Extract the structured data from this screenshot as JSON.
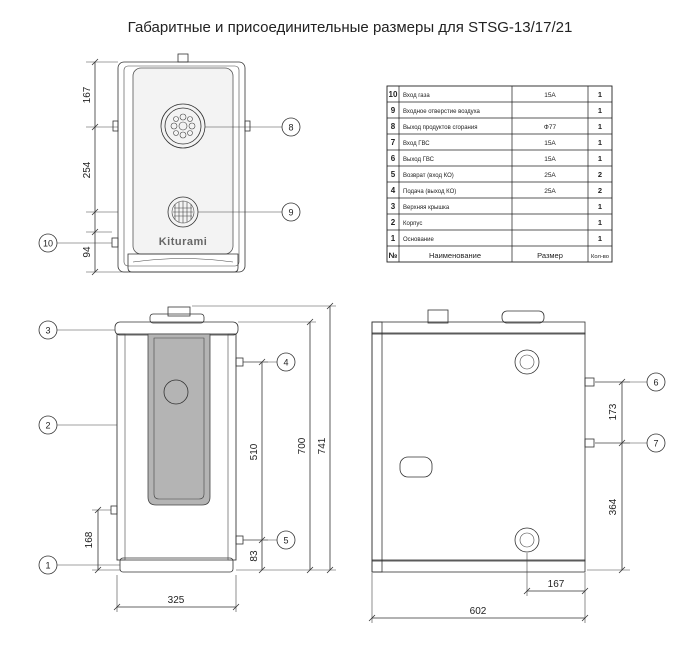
{
  "title": "Габаритные и присоединительные размеры для STSG-13/17/21",
  "brand": "Kiturami",
  "table": {
    "header": {
      "num": "№",
      "name": "Наименование",
      "size": "Размер",
      "qty": "Кол-во"
    },
    "rows": [
      {
        "num": "10",
        "name": "Вход газа",
        "size": "15A",
        "qty": "1"
      },
      {
        "num": "9",
        "name": "Входное отверстие воздуха",
        "size": "",
        "qty": "1"
      },
      {
        "num": "8",
        "name": "Выход продуктов сгорания",
        "size": "Ф77",
        "qty": "1"
      },
      {
        "num": "7",
        "name": "Вход ГВС",
        "size": "15A",
        "qty": "1"
      },
      {
        "num": "6",
        "name": "Выход ГВС",
        "size": "15A",
        "qty": "1"
      },
      {
        "num": "5",
        "name": "Возврат (вход КО)",
        "size": "25A",
        "qty": "2"
      },
      {
        "num": "4",
        "name": "Подача (выход КО)",
        "size": "25A",
        "qty": "2"
      },
      {
        "num": "3",
        "name": "Верхняя крышка",
        "size": "",
        "qty": "1"
      },
      {
        "num": "2",
        "name": "Корпус",
        "size": "",
        "qty": "1"
      },
      {
        "num": "1",
        "name": "Основание",
        "size": "",
        "qty": "1"
      }
    ]
  },
  "callouts": {
    "c1": "1",
    "c2": "2",
    "c3": "3",
    "c4": "4",
    "c5": "5",
    "c6": "6",
    "c7": "7",
    "c8": "8",
    "c9": "9",
    "c10": "10"
  },
  "dims": {
    "top_167": "167",
    "top_254": "254",
    "top_94": "94",
    "front_510": "510",
    "front_83": "83",
    "front_700": "700",
    "front_741": "741",
    "front_168": "168",
    "front_325": "325",
    "side_173": "173",
    "side_364": "364",
    "side_167": "167",
    "side_602": "602"
  }
}
